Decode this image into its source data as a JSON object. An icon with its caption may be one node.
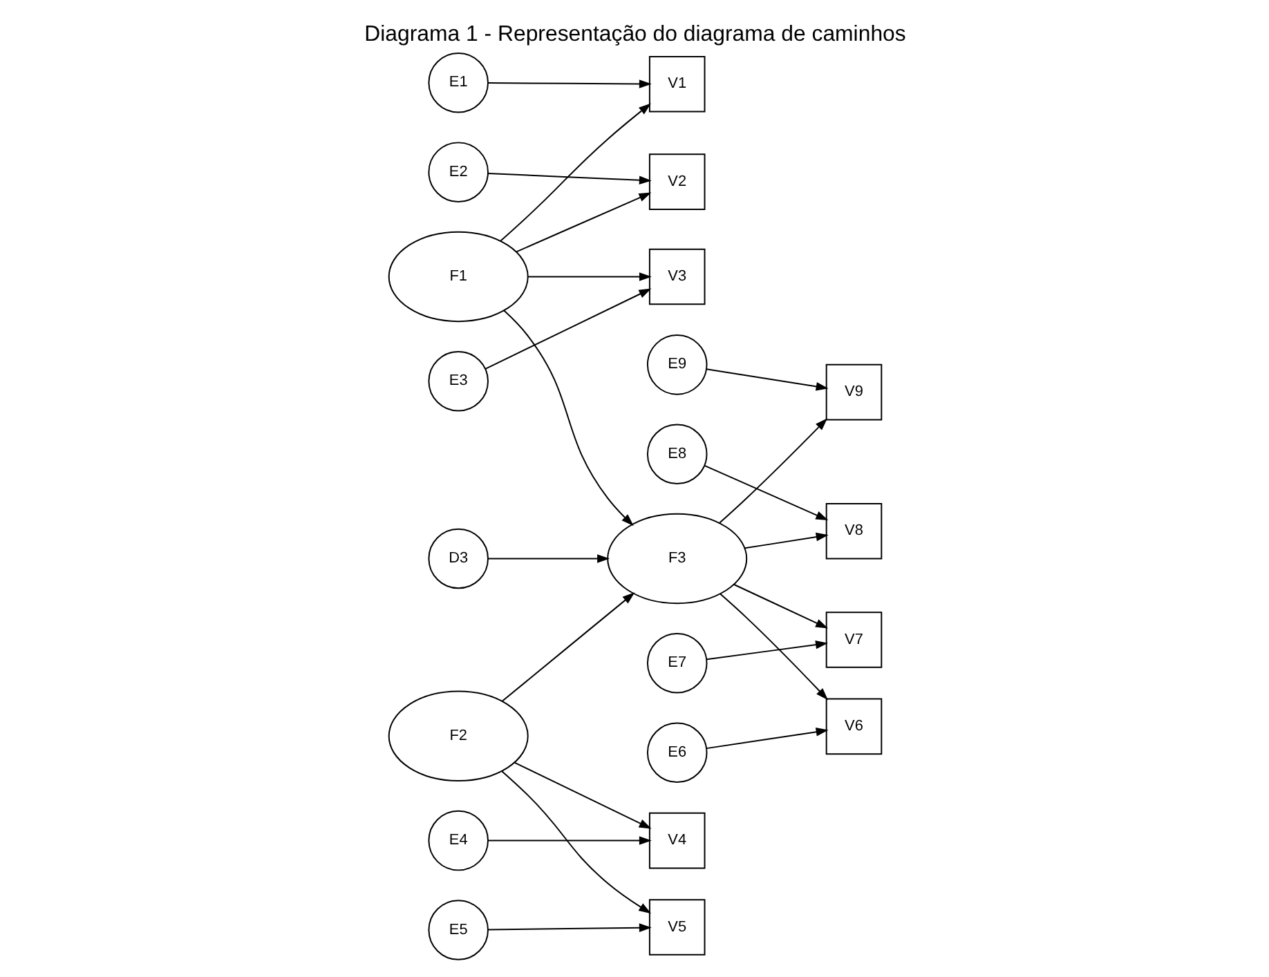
{
  "diagram": {
    "title": "Diagrama 1 - Representação do diagrama de caminhos",
    "nodes": [
      {
        "text": [
          "E1"
        ]
      },
      {
        "text": [
          "V1"
        ]
      },
      {
        "text": [
          "E2"
        ]
      },
      {
        "text": [
          "V2"
        ]
      },
      {
        "text": [
          "E3"
        ]
      },
      {
        "text": [
          "V3"
        ]
      },
      {
        "text": [
          "F1"
        ]
      },
      {
        "text": [
          "D3"
        ]
      },
      {
        "text": [
          "F3"
        ]
      },
      {
        "text": [
          "V9"
        ]
      },
      {
        "text": [
          "E9"
        ]
      },
      {
        "text": [
          "V8"
        ]
      },
      {
        "text": [
          "E8"
        ]
      },
      {
        "text": [
          "V7"
        ]
      },
      {
        "text": [
          "E7"
        ]
      },
      {
        "text": [
          "V6"
        ]
      },
      {
        "text": [
          "E6"
        ]
      },
      {
        "text": [
          "F2"
        ]
      },
      {
        "text": [
          "V4"
        ]
      },
      {
        "text": [
          "V5"
        ]
      },
      {
        "text": [
          "E4"
        ]
      },
      {
        "text": [
          "E5"
        ]
      }
    ],
    "edges": [
      {
        "from": 0,
        "to": 1,
        "arrow": "to"
      },
      {
        "from": 2,
        "to": 3,
        "arrow": "to"
      },
      {
        "from": 4,
        "to": 5,
        "arrow": "to"
      },
      {
        "from": 6,
        "to": 1,
        "arrow": "to"
      },
      {
        "from": 6,
        "to": 3,
        "arrow": "to"
      },
      {
        "from": 6,
        "to": 5,
        "arrow": "to"
      },
      {
        "from": 6,
        "to": 8,
        "arrow": "to"
      },
      {
        "from": 7,
        "to": 8,
        "arrow": "to"
      },
      {
        "from": 17,
        "to": 8,
        "arrow": "to"
      },
      {
        "from": 8,
        "to": 9,
        "arrow": "to"
      },
      {
        "from": 8,
        "to": 11,
        "arrow": "to"
      },
      {
        "from": 8,
        "to": 13,
        "arrow": "to"
      },
      {
        "from": 8,
        "to": 15,
        "arrow": "to"
      },
      {
        "from": 10,
        "to": 9,
        "arrow": "to"
      },
      {
        "from": 12,
        "to": 11,
        "arrow": "to"
      },
      {
        "from": 14,
        "to": 13,
        "arrow": "to"
      },
      {
        "from": 16,
        "to": 15,
        "arrow": "to"
      },
      {
        "from": 17,
        "to": 18,
        "arrow": "to"
      },
      {
        "from": 17,
        "to": 19,
        "arrow": "to"
      },
      {
        "from": 20,
        "to": 18,
        "arrow": "to"
      },
      {
        "from": 21,
        "to": 19,
        "arrow": "to"
      }
    ]
  }
}
